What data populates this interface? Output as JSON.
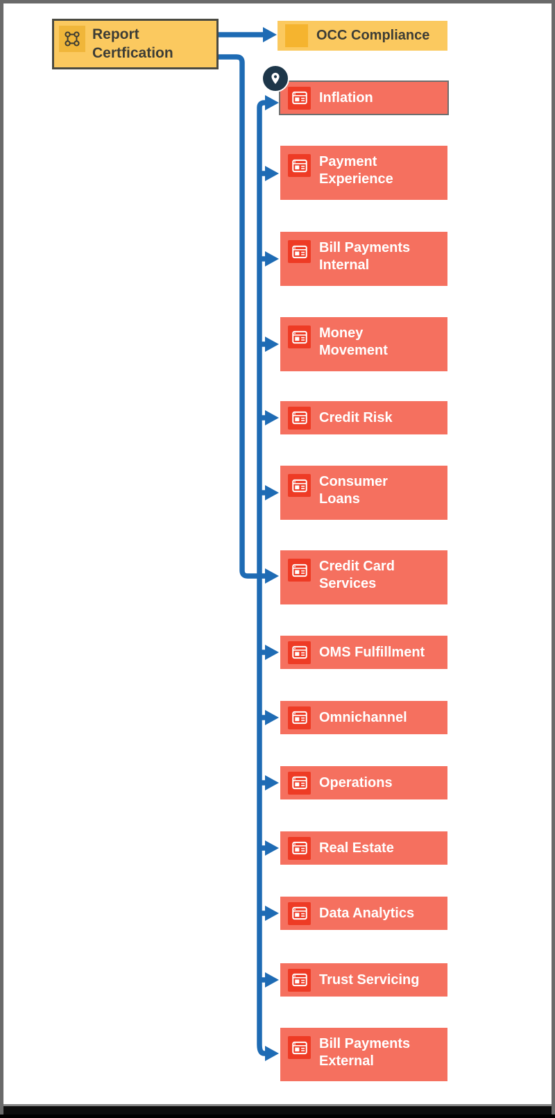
{
  "diagram": {
    "root": {
      "label": "Report\nCertfication",
      "icon": "network-nodes-icon"
    },
    "nodes": [
      {
        "id": "occ-compliance",
        "label": "OCC Compliance",
        "style": "yellow",
        "icon": "yellow-square-icon"
      },
      {
        "id": "inflation",
        "label": "Inflation",
        "style": "red",
        "icon": "report-icon",
        "selected": true,
        "location_pin": true
      },
      {
        "id": "payment-experience",
        "label": "Payment\nExperience",
        "style": "red",
        "icon": "report-icon"
      },
      {
        "id": "bill-payments-internal",
        "label": "Bill Payments\nInternal",
        "style": "red",
        "icon": "report-icon"
      },
      {
        "id": "money-movement",
        "label": "Money\nMovement",
        "style": "red",
        "icon": "report-icon"
      },
      {
        "id": "credit-risk",
        "label": "Credit Risk",
        "style": "red",
        "icon": "report-icon"
      },
      {
        "id": "consumer-loans",
        "label": "Consumer\nLoans",
        "style": "red",
        "icon": "report-icon"
      },
      {
        "id": "credit-card-services",
        "label": "Credit Card\nServices",
        "style": "red",
        "icon": "report-icon"
      },
      {
        "id": "oms-fulfillment",
        "label": "OMS Fulfillment",
        "style": "red",
        "icon": "report-icon"
      },
      {
        "id": "omnichannel",
        "label": "Omnichannel",
        "style": "red",
        "icon": "report-icon"
      },
      {
        "id": "operations",
        "label": "Operations",
        "style": "red",
        "icon": "report-icon"
      },
      {
        "id": "real-estate",
        "label": "Real Estate",
        "style": "red",
        "icon": "report-icon"
      },
      {
        "id": "data-analytics",
        "label": "Data Analytics",
        "style": "red",
        "icon": "report-icon"
      },
      {
        "id": "trust-servicing",
        "label": "Trust Servicing",
        "style": "red",
        "icon": "report-icon"
      },
      {
        "id": "bill-payments-external",
        "label": "Bill Payments\nExternal",
        "style": "red",
        "icon": "report-icon"
      }
    ],
    "colors": {
      "node_red": "#f5705f",
      "node_red_icon": "#ee3b25",
      "node_yellow": "#fbc95f",
      "node_yellow_icon": "#f5b42f",
      "connector_blue": "#1e6bb4",
      "selected_border": "#6e6e6e",
      "pin_badge_bg": "#1d3649",
      "root_border": "#4a4a42",
      "text_on_red": "#ffffff",
      "text_on_yellow": "#3d3d36",
      "canvas_bg": "#ffffff",
      "frame_border": "#6a6a6a"
    }
  }
}
